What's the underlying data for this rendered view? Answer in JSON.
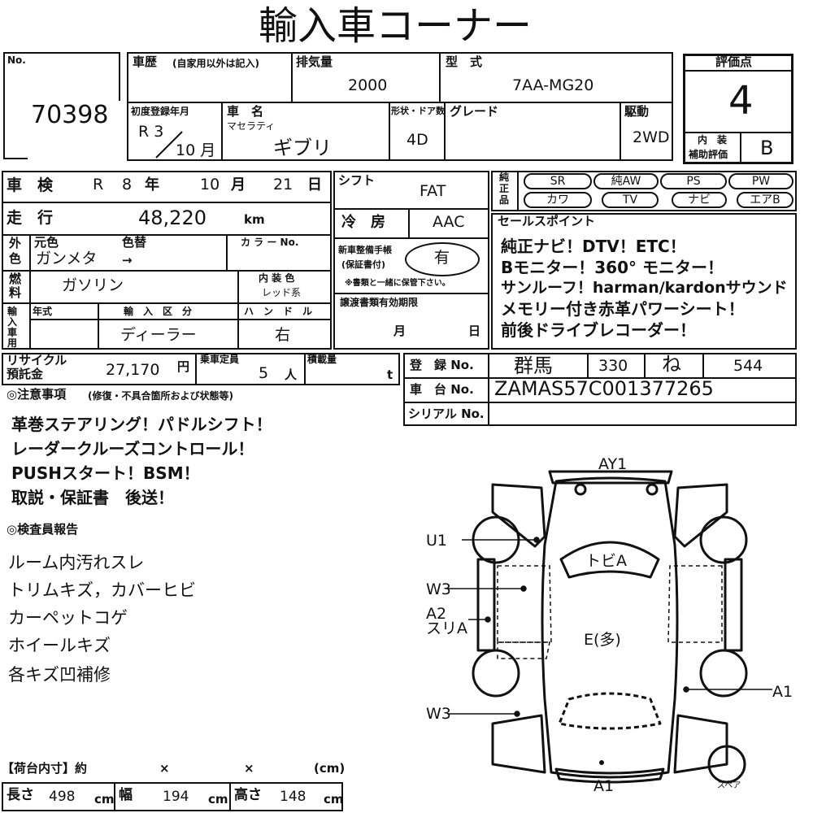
{
  "header": {
    "title": "輸入車コーナー"
  },
  "lot": {
    "no_label": "No.",
    "number": "70398"
  },
  "history": {
    "label": "車歴",
    "note": "(自家用以外は記入)"
  },
  "displacement": {
    "label": "排気量",
    "value": "2000"
  },
  "model": {
    "label": "型　式",
    "value": "7AA-MG20"
  },
  "first_reg": {
    "label": "初度登録年月",
    "year": "R 3",
    "month": "10 月"
  },
  "car_name": {
    "label": "車　名",
    "maker": "マセラティ",
    "name": "ギブリ"
  },
  "body": {
    "label": "形状・ドア数",
    "value": "4D"
  },
  "grade": {
    "label": "グレード"
  },
  "drive": {
    "label": "駆動",
    "value": "2WD"
  },
  "score": {
    "label": "評価点",
    "value": "4",
    "interior_label_1": "内　装",
    "interior_label_2": "補助評価",
    "interior_value": "B"
  },
  "inspection": {
    "label": "車　検",
    "era": "R",
    "year": "8",
    "year_unit": "年",
    "month": "10",
    "month_unit": "月",
    "day": "21",
    "day_unit": "日"
  },
  "mileage": {
    "label": "走　行",
    "value": "48,220",
    "unit": "km"
  },
  "color": {
    "side_1": "外",
    "side_2": "色",
    "orig_label": "元色",
    "change_label": "色替",
    "value": "ガンメタ",
    "arrow": "→",
    "code_label": "カ ラ ー No."
  },
  "fuel": {
    "side_1": "燃",
    "side_2": "料",
    "value": "ガソリン",
    "interior_label": "内 装 色",
    "interior_value": "レッド系"
  },
  "import": {
    "side": "輸入車用",
    "year_label": "年式",
    "category_label": "輸　入　区　分",
    "category_value": "ディーラー",
    "handle_label": "ハ　ン　ド　ル",
    "handle_value": "右"
  },
  "shift": {
    "label": "シフト",
    "value": "FAT"
  },
  "ac": {
    "label": "冷　房",
    "value": "AAC"
  },
  "service_book": {
    "label_1": "新車整備手帳",
    "label_2": "(保証書付)",
    "value": "有",
    "note": "※書類と一緒に保管下さい。"
  },
  "transfer_docs": {
    "label": "譲渡書類有効期限",
    "month": "月",
    "day": "日"
  },
  "equipment": {
    "label_1": "純",
    "label_2": "正",
    "label_3": "品",
    "row1": [
      "SR",
      "純AW",
      "PS",
      "PW"
    ],
    "row2": [
      "カワ",
      "TV",
      "ナビ",
      "エアB"
    ]
  },
  "selling_points": {
    "label": "セールスポイント",
    "lines": [
      "純正ナビ！DTV！ETC！",
      "Bモニター！360° モニター！",
      "サンルーフ！harman/kardonサウンド",
      "メモリー付き赤革パワーシート！",
      "前後ドライブレコーダー！"
    ]
  },
  "recycle": {
    "label_1": "リサイクル",
    "label_2": "預託金",
    "value": "27,170",
    "unit": "円"
  },
  "capacity": {
    "label": "乗車定員",
    "value": "5",
    "unit": "人"
  },
  "load": {
    "label": "積載量",
    "unit": "t"
  },
  "registration": {
    "label": "登　録 No.",
    "pref": "群馬",
    "class_no": "330",
    "kana": "ね",
    "number": "544"
  },
  "chassis": {
    "label": "車　台 No.",
    "value": "ZAMAS57C001377265"
  },
  "serial": {
    "label": "シリアル No."
  },
  "notes": {
    "heading": "◎注意事項",
    "subheading": "(修復・不具合箇所および状態等)",
    "lines": [
      "革巻ステアリング！パドルシフト！",
      "レーダークルーズコントロール！",
      "PUSHスタート！BSM！",
      "取説・保証書　後送！"
    ]
  },
  "inspector": {
    "heading": "◎検査員報告",
    "lines": [
      "ルーム内汚れスレ",
      "トリムキズ，カバーヒビ",
      "カーペットコゲ",
      "ホイールキズ",
      "各キズ凹補修"
    ]
  },
  "diagram": {
    "ay1": "AY1",
    "u1": "U1",
    "w3_a": "W3",
    "a2": "A2",
    "a2_sub": "スリA",
    "w3_b": "W3",
    "tobi": "トビA",
    "e": "E(多)",
    "a1_right": "A1",
    "a1_bottom": "A1",
    "spare": "スペア"
  },
  "cargo": {
    "label": "【荷台内寸】約",
    "x1": "×",
    "x2": "×",
    "unit": "(cm)",
    "length_label": "長さ",
    "length": "498",
    "width_label": "幅",
    "width": "194",
    "height_label": "高さ",
    "height": "148",
    "cm": "cm"
  }
}
